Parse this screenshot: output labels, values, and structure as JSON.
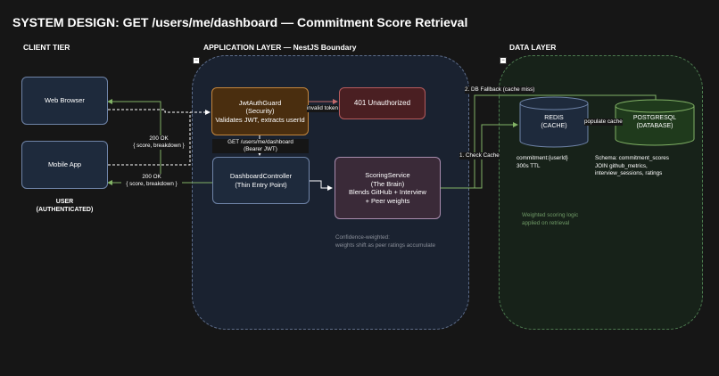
{
  "title": "SYSTEM DESIGN: GET /users/me/dashboard — Commitment Score Retrieval",
  "tiers": {
    "client": "CLIENT TIER",
    "application": "APPLICATION LAYER — NestJS Boundary",
    "data": "DATA LAYER"
  },
  "clients": {
    "web": "Web Browser",
    "mobile": "Mobile App",
    "user_line1": "USER",
    "user_line2": "(AUTHENTICATED)"
  },
  "guard": {
    "line1": "JwtAuthGuard",
    "line2": "(Security)",
    "line3": "Validates JWT, extracts userId"
  },
  "unauthorized": "401 Unauthorized",
  "controller": {
    "line1": "DashboardController",
    "line2": "(Thin Entry Point)"
  },
  "scoring": {
    "line1": "ScoringService",
    "line2": "(The Brain)",
    "line3": "Blends GitHub + Interview",
    "line4": "+ Peer weights"
  },
  "redis": {
    "line1": "REDIS",
    "line2": "(CACHE)"
  },
  "postgres": {
    "line1": "POSTGRESQL",
    "line2": "(DATABASE)"
  },
  "edges": {
    "invalid_token": "invalid token",
    "get_line1": "GET /users/me/dashboard",
    "get_line2": "(Bearer JWT)",
    "ok_web_line1": "200 OK",
    "ok_web_line2": "{ score, breakdown }",
    "ok_mobile_line1": "200 OK",
    "ok_mobile_line2": "{ score, breakdown }",
    "check_cache": "1. Check Cache",
    "db_fallback": "2. DB Fallback (cache miss)",
    "populate_cache": "populate cache"
  },
  "notes": {
    "redis_key_line1": "commitment:{userId}",
    "redis_key_line2": "300s TTL",
    "schema_line1": "Schema: commitment_scores",
    "schema_line2": "JOIN github_metrics,",
    "schema_line3": "interview_sessions, ratings",
    "weighted_line1": "Weighted scoring logic",
    "weighted_line2": "applied on retrieval",
    "confidence_line1": "Confidence-weighted:",
    "confidence_line2": "weights shift as peer ratings accumulate"
  },
  "colors": {
    "background": "#161616",
    "client_fill": "#1e2a3c",
    "guard_fill": "#4a2e0f",
    "unauthorized_fill": "#4a1f22",
    "scoring_fill": "#3a2a38",
    "data_edge": "#82b366",
    "security_edge": "#b65b5d"
  },
  "icons": {
    "collapse_app": "minus-icon",
    "collapse_data": "minus-icon"
  }
}
